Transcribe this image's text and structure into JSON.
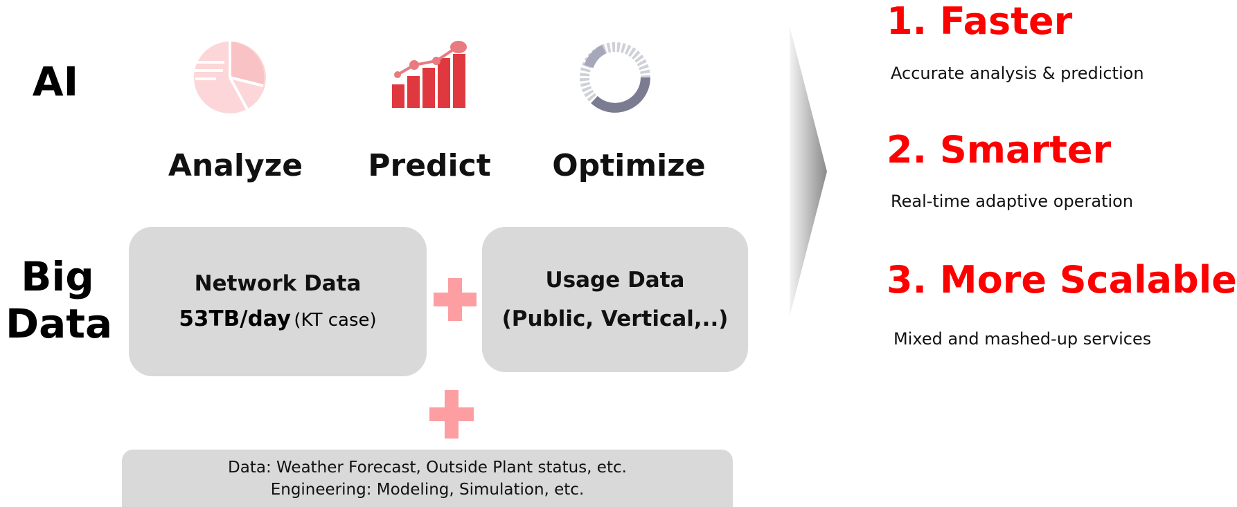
{
  "ai": {
    "label": "AI",
    "items": [
      {
        "verb": "Analyze",
        "icon": "pie-chart-icon"
      },
      {
        "verb": "Predict",
        "icon": "rising-bar-chart-icon"
      },
      {
        "verb": "Optimize",
        "icon": "cycle-ring-icon"
      }
    ]
  },
  "big_data": {
    "label_line1": "Big",
    "label_line2": "Data",
    "network_box": {
      "title": "Network Data",
      "volume": "53TB/day",
      "note": "(KT case)"
    },
    "usage_box": {
      "line1": "Usage Data",
      "line2": "(Public, Vertical,..)"
    },
    "extra_box": {
      "line1": "Data: Weather Forecast, Outside Plant status, etc.",
      "line2": "Engineering: Modeling, Simulation, etc."
    }
  },
  "benefits": [
    {
      "title": "1. Faster",
      "desc": "Accurate analysis & prediction"
    },
    {
      "title": "2. Smarter",
      "desc": "Real-time adaptive operation"
    },
    {
      "title": "3. More Scalable",
      "desc": "Mixed and mashed-up services"
    }
  ],
  "colors": {
    "accent_red": "#ff0000",
    "plus_pink": "#fc9ea2",
    "box_gray": "#d9d9d9",
    "bar_red": "#e0383f"
  }
}
